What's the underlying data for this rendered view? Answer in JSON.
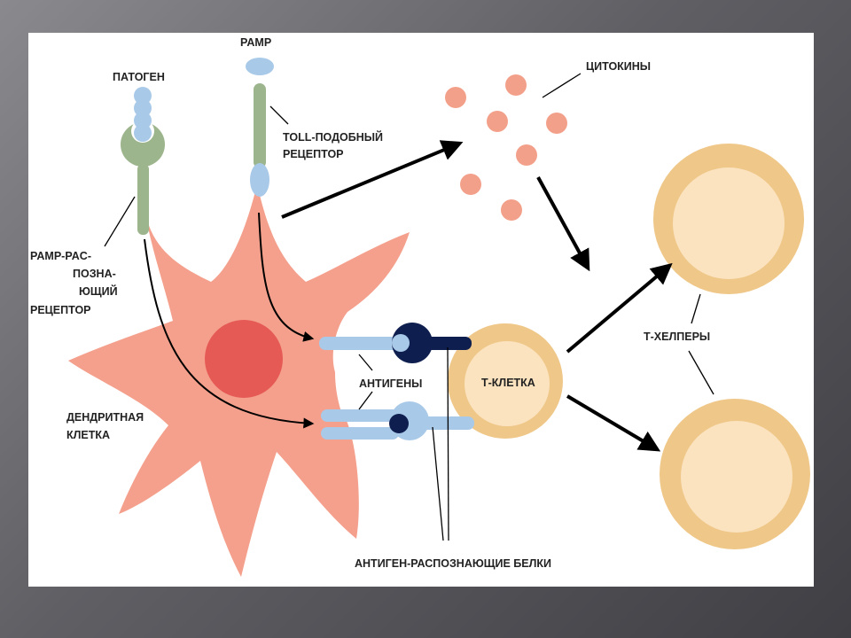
{
  "labels": {
    "pathogen": "ПАТОГЕН",
    "pamp": "PAMP",
    "toll_line1": "TOLL-ПОДОБНЫЙ",
    "toll_line2": "РЕЦЕПТОР",
    "cytokines": "ЦИТОКИНЫ",
    "prr_line1": "PAMP-PAC-",
    "prr_line2": "ПОЗНА-",
    "prr_line3": "ЮЩИЙ",
    "prr_line4": "РЕЦЕПТОР",
    "antigens": "АНТИГЕНЫ",
    "t_cell": "Т-КЛЕТКА",
    "t_helpers": "Т-ХЕЛПЕРЫ",
    "dendritic_line1": "ДЕНДРИТНАЯ",
    "dendritic_line2": "КЛЕТКА",
    "antigen_proteins": "АНТИГЕН-РАСПОЗНАЮЩИЕ БЕЛКИ"
  },
  "colors": {
    "dendritic_cell": "#f4a08c",
    "nucleus": "#e65a55",
    "receptor_green": "#9cb58c",
    "pathogen_blue": "#a9c9e8",
    "dark_navy": "#0e1f4f",
    "cytokine": "#f3a08a",
    "t_cell_outer": "#efc788",
    "t_cell_inner": "#fbe3bf"
  }
}
